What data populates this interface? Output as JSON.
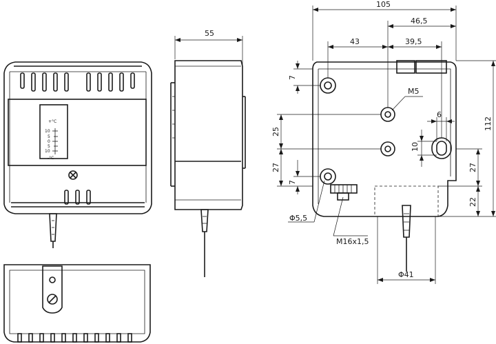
{
  "dimensions": {
    "overall_width": "105",
    "offset_465": "46,5",
    "offset_395": "39,5",
    "offset_43": "43",
    "side_depth": "55",
    "thread_m5": "M5",
    "slot_width": "6",
    "slot_height": "10",
    "spacing_25": "25",
    "spacing_27_left": "27",
    "edge_7_top": "7",
    "edge_7_bottom": "7",
    "spacing_27_right": "27",
    "spacing_22": "22",
    "overall_height": "112",
    "hole_dia": "Φ5,5",
    "gland_thread": "M16x1,5",
    "gland_dia": "Φ41"
  },
  "scale": {
    "unit_top": "+°C",
    "unit_bottom": "-°C",
    "tick_labels": [
      "10",
      "5",
      "0",
      "5",
      "10"
    ]
  }
}
